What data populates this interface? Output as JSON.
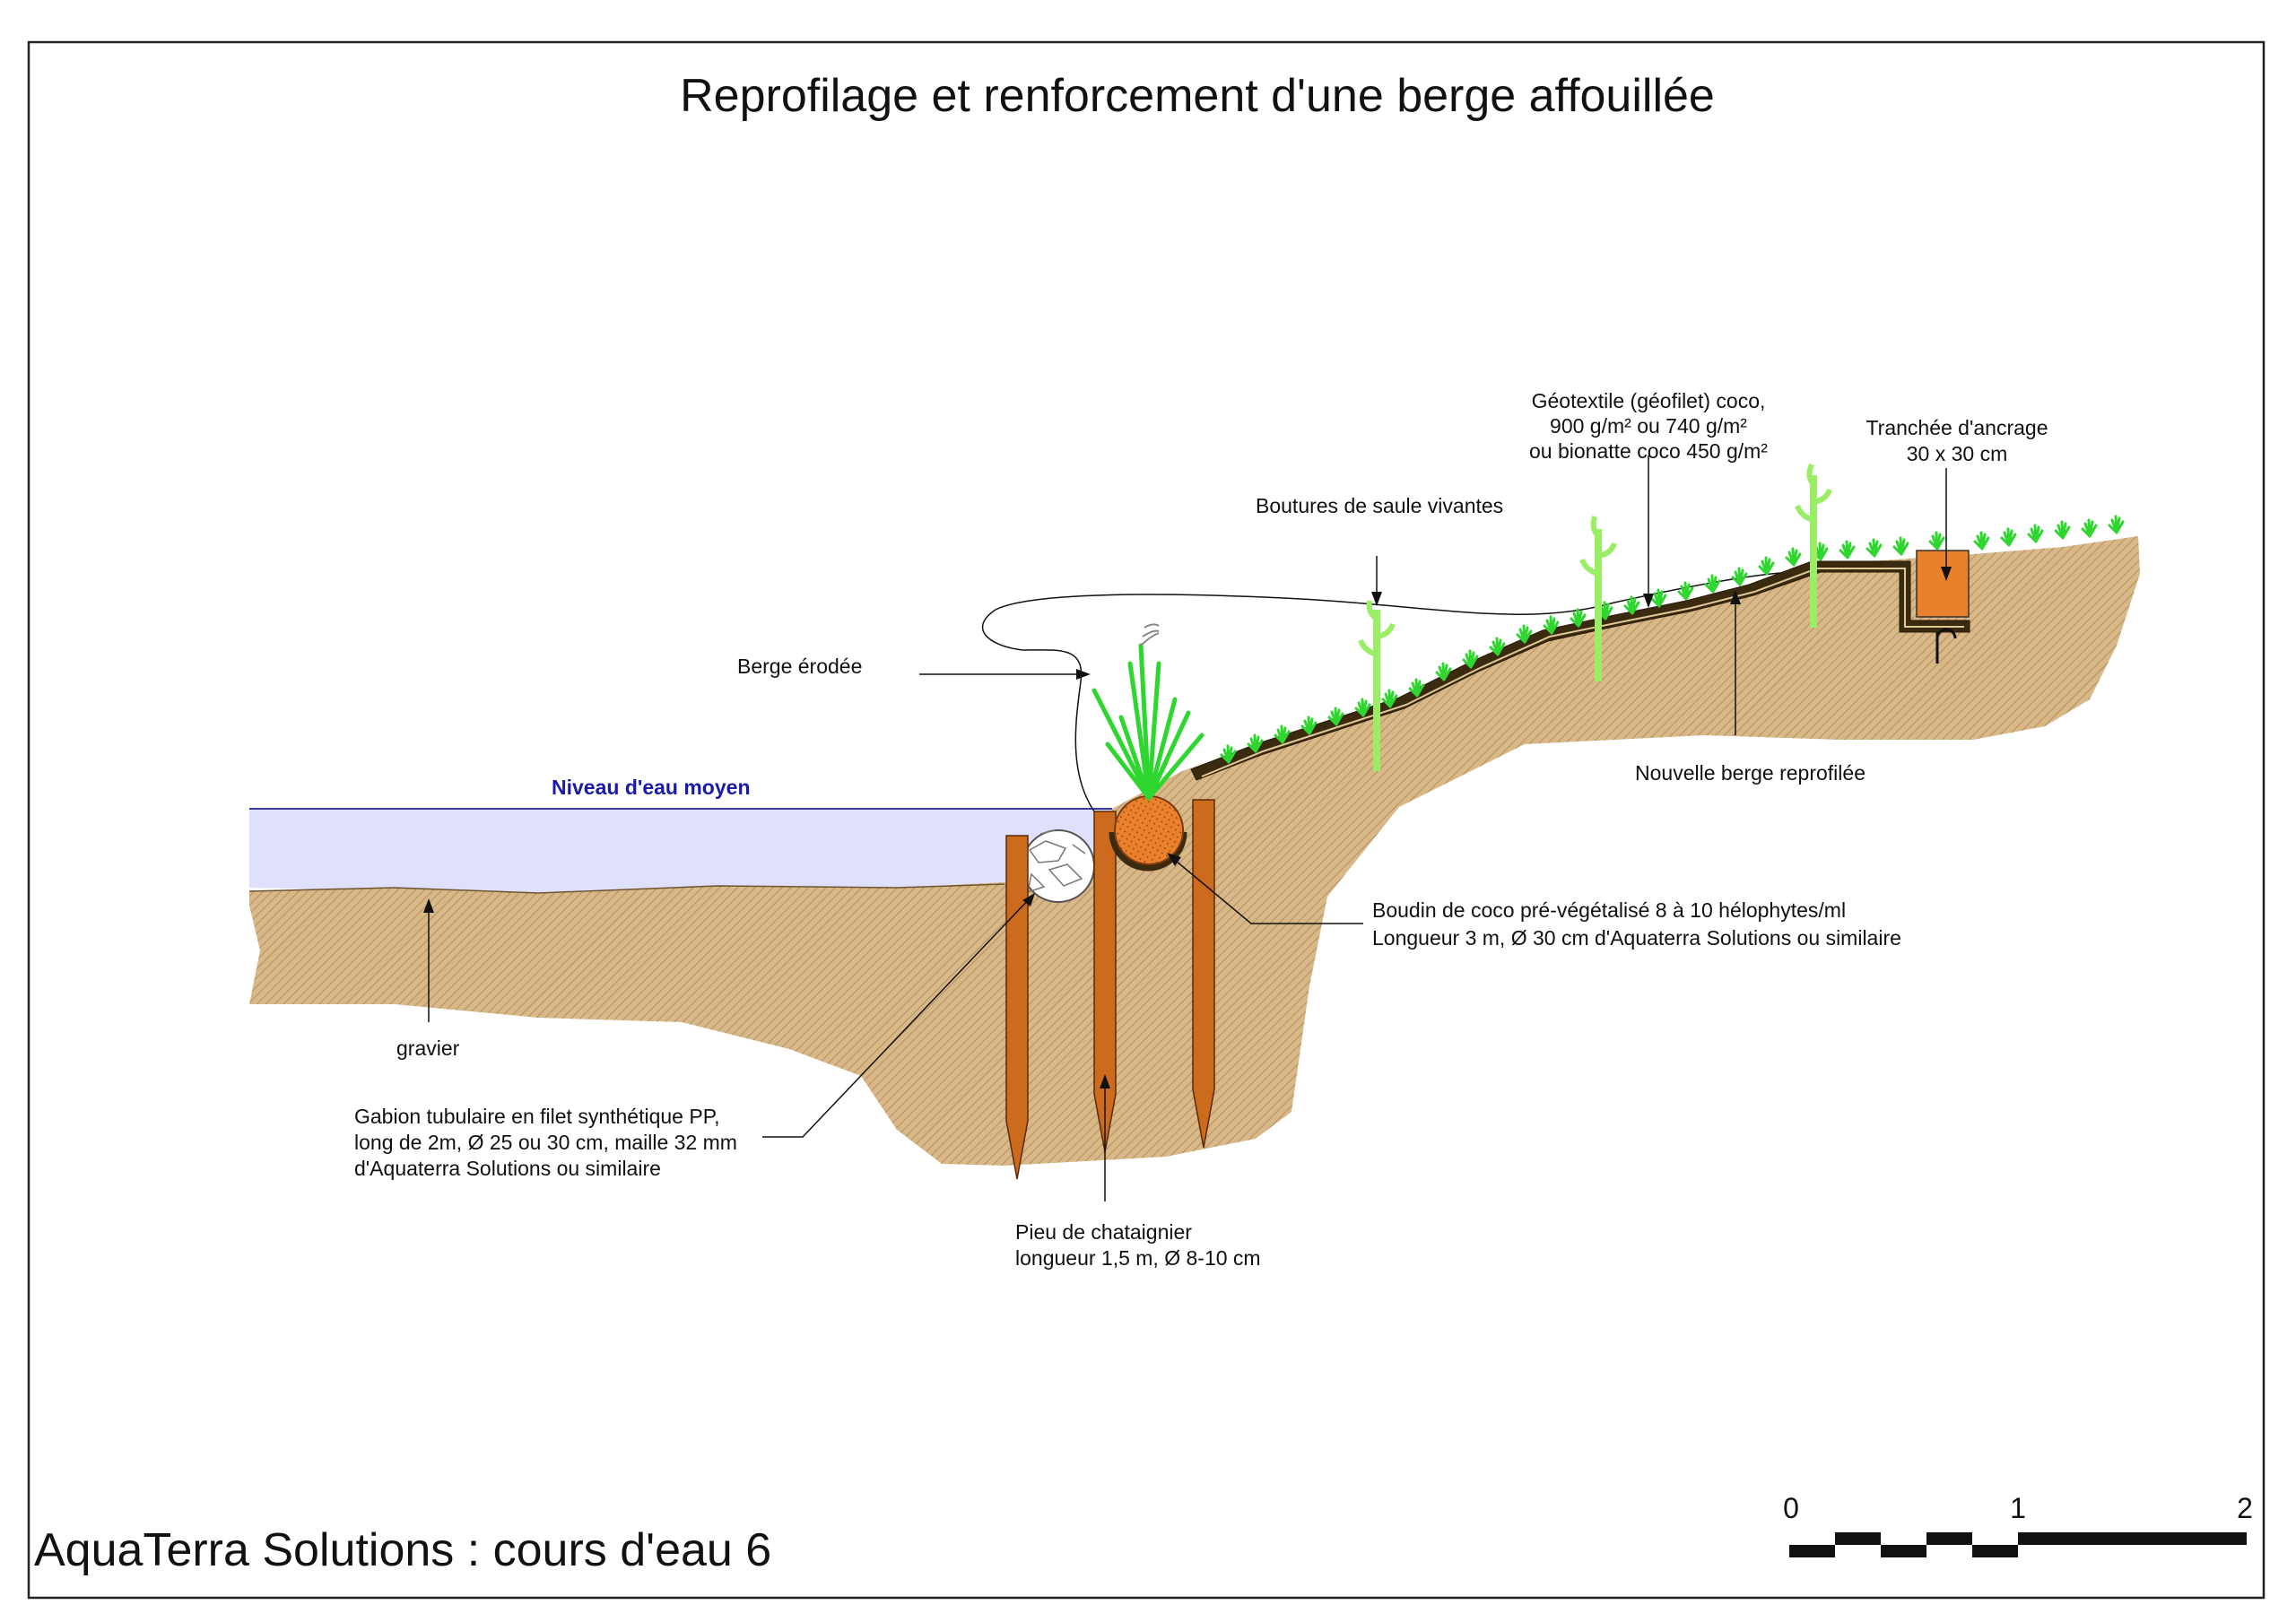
{
  "title": "Reprofilage et renforcement d'une berge affouillée",
  "footer": "AquaTerra Solutions : cours d'eau 6",
  "scale_bar": {
    "labels": [
      "0",
      "1",
      "2"
    ]
  },
  "colors": {
    "soil": "#d7b583",
    "soil_hatch": "#a88457",
    "water": "#dfe0fb",
    "water_line": "#3a3aa0",
    "stake": "#cc6a1e",
    "coir": "#e9802c",
    "vegetation": "#33dd33",
    "willow": "#99ee66",
    "geotextile": "#3a2a10",
    "water_label": "#1a1aa8"
  },
  "labels": {
    "water_level": "Niveau d'eau moyen",
    "eroded_bank": "Berge érodée",
    "willow_cuttings": "Boutures de saule vivantes",
    "geotextile": [
      "Géotextile (géofilet) coco,",
      "900 g/m² ou 740 g/m²",
      "ou bionatte coco 450 g/m²"
    ],
    "anchor_trench": [
      "Tranchée d'ancrage",
      "30 x 30 cm"
    ],
    "new_bank": "Nouvelle berge reprofilée",
    "coir_roll": [
      "Boudin de coco pré-végétalisé 8 à 10 hélophytes/ml",
      "Longueur 3 m, Ø 30 cm d'Aquaterra Solutions ou similaire"
    ],
    "gravel": "gravier",
    "gabion": [
      "Gabion tubulaire en filet synthétique PP,",
      "long de 2m, Ø 25 ou 30 cm, maille 32 mm",
      "d'Aquaterra Solutions ou similaire"
    ],
    "stake": [
      "Pieu de chataignier",
      "longueur 1,5 m, Ø 8-10 cm"
    ]
  }
}
